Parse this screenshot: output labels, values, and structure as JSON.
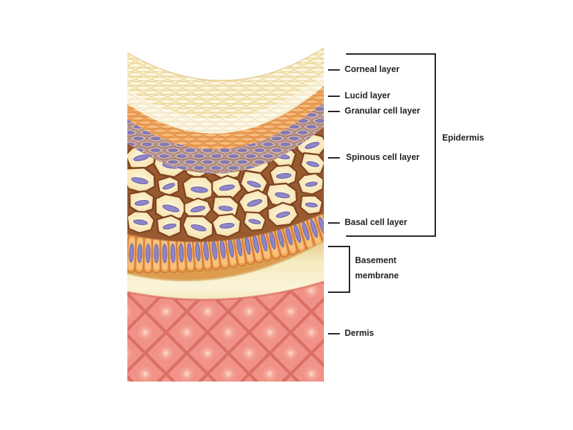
{
  "labels": {
    "corneal": "Corneal layer",
    "lucid": "Lucid layer",
    "granular": "Granular cell layer",
    "spinous": "Spinous cell layer",
    "basal": "Basal cell layer",
    "epidermis": "Epidermis",
    "basement": "Basement membrane",
    "dermis": "Dermis"
  },
  "colors": {
    "background": "#FFFFFF",
    "text": "#231F20",
    "annotation_line": "#231F20",
    "corneal_layer": "#FBF2C7",
    "lucid_layer": "#F2A45C",
    "granular_layer": "#C3A096",
    "spinous_cell_fill": "#F8E7B8",
    "cell_border_brown": "#7D4424",
    "nucleus_purple": "#8F87C9",
    "basal_cell_orange": "#F1A050",
    "basement_membrane": "#F6ECC1",
    "dermis_pink": "#F09287",
    "dermis_line": "#D66A5E"
  }
}
